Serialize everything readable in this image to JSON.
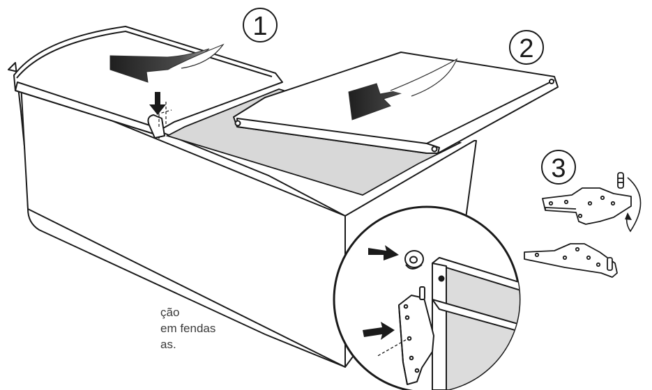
{
  "steps": {
    "one": "1",
    "two": "2",
    "three": "3"
  },
  "caption": {
    "line1": "ção",
    "line2": "em fendas",
    "line3": "as."
  },
  "colors": {
    "ink": "#1a1a1a",
    "floor_grey": "#d8d8d8",
    "arrow_dark": "#2f2f2f",
    "detail_grey": "#dcdcdc"
  }
}
